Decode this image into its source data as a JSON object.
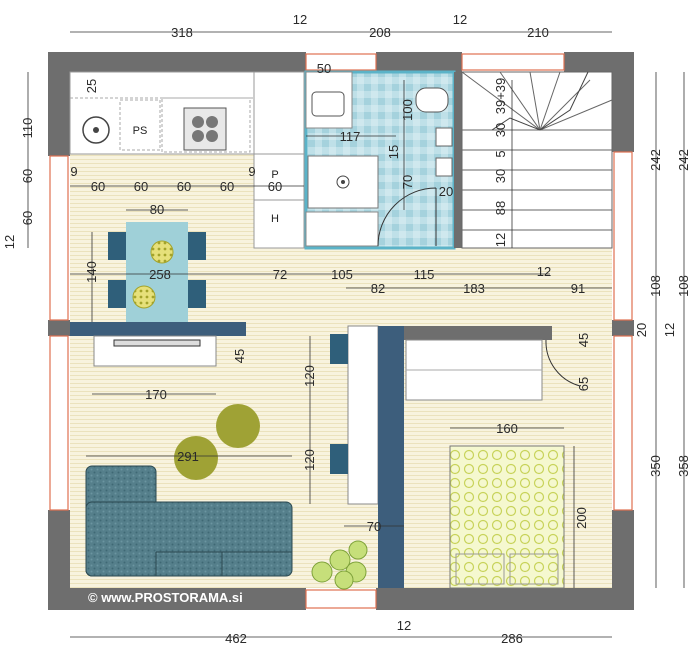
{
  "dimensions": {
    "top": [
      "318",
      "12",
      "208",
      "12",
      "210"
    ],
    "bottom": [
      "462",
      "12",
      "286"
    ],
    "left_outer": [
      "110",
      "60",
      "60",
      "12"
    ],
    "right_inner": [
      "242",
      "108",
      "20",
      "12",
      "350"
    ],
    "right_outer": [
      "242",
      "108",
      "358"
    ],
    "kitchen_top": "25",
    "bath_top": "50",
    "bath_width": "117",
    "bath_vertical": [
      "100",
      "15",
      "70"
    ],
    "bath_door": "20",
    "stairs_top": "39+39",
    "stairs_side": [
      "30",
      "5",
      "30",
      "88",
      "12"
    ],
    "cabinets": [
      "9",
      "60",
      "60",
      "60",
      "60",
      "9",
      "60"
    ],
    "table_width": "80",
    "table_height": "140",
    "row_mid_top": [
      "258",
      "72",
      "105",
      "115",
      "12"
    ],
    "row_mid_bottom": [
      "82",
      "183",
      "91"
    ],
    "tv_depth": "45",
    "living_width": "170",
    "sofa_width": "291",
    "desk_sections": [
      "120",
      "120"
    ],
    "desk_depth": "70",
    "wardrobe_door": [
      "45",
      "65"
    ],
    "bed_width": "160",
    "bed_length": "200"
  },
  "labels": {
    "ps": "PS",
    "p": "P",
    "h": "H",
    "copyright": "© www.PROSTORAMA.si"
  },
  "colors": {
    "wall": "#6e6e6e",
    "floor": "#f7f2dc",
    "floor_stripe": "#ece4c0",
    "bath_tile": "#a9d4de",
    "bath_frame": "#5bb3c8",
    "sofa": "#4e7a86",
    "chair": "#2f5f7a",
    "table": "#9fd0d8",
    "desk": "#3d5e7c",
    "plant": "#a8c85a",
    "rug": "#9fa235",
    "bed": "#f3f6c8",
    "door_red": "#e05a3a"
  }
}
